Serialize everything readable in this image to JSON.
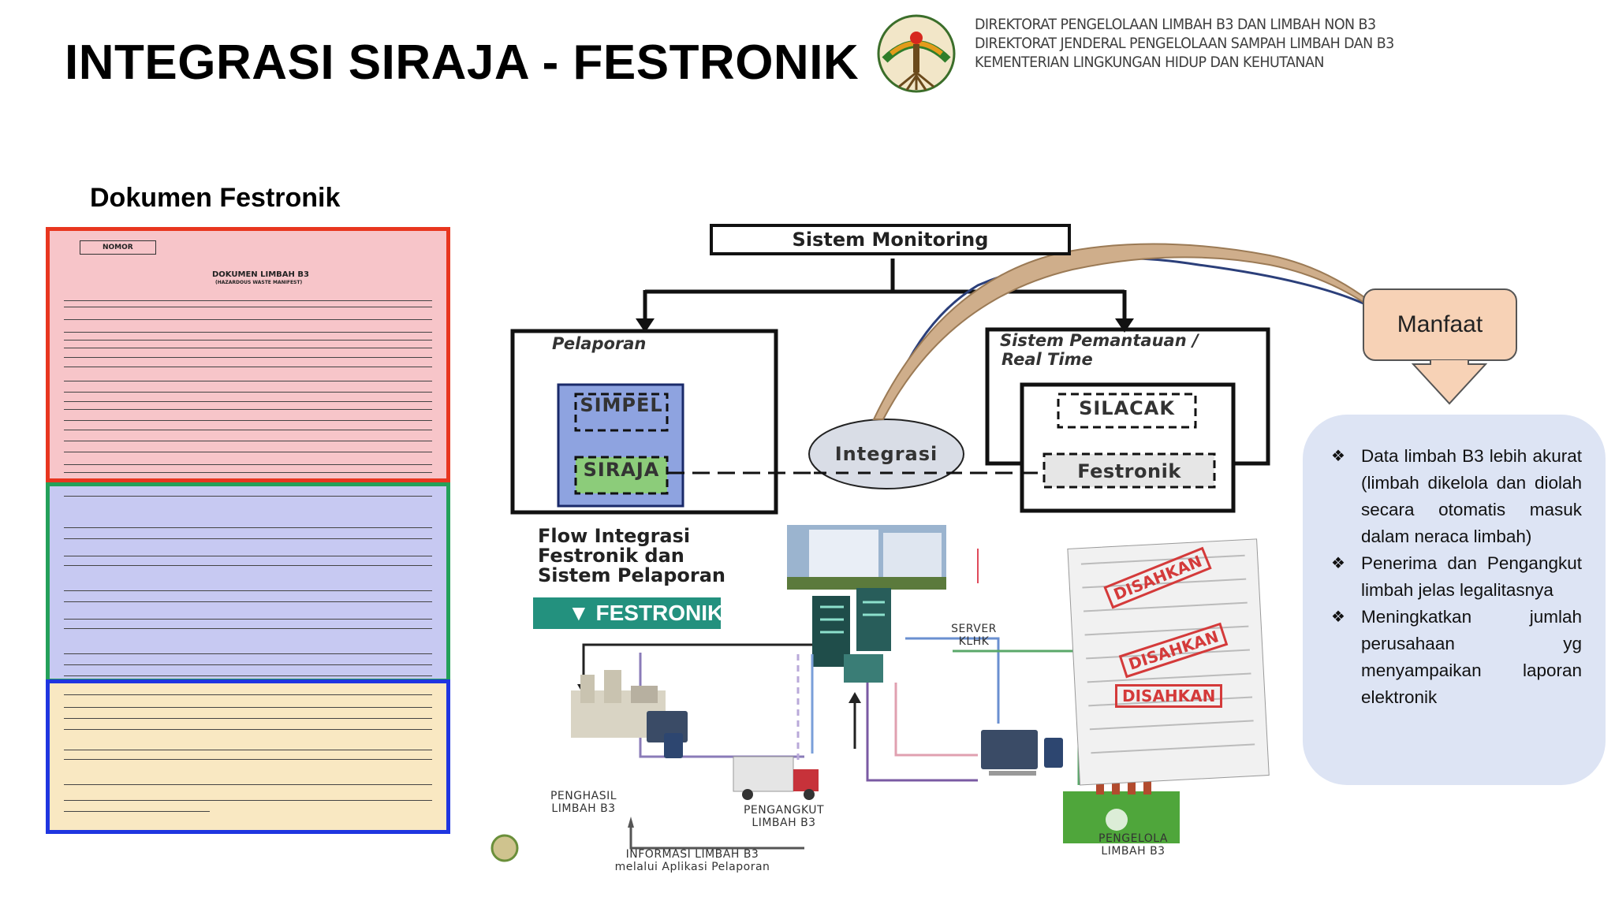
{
  "header": {
    "title": "INTEGRASI SIRAJA - FESTRONIK",
    "org_lines": [
      "DIREKTORAT PENGELOLAAN LIMBAH B3 DAN LIMBAH NON B3",
      "DIREKTORAT JENDERAL PENGELOLAAN SAMPAH LIMBAH DAN B3",
      "KEMENTERIAN LINGKUNGAN HIDUP DAN KEHUTANAN"
    ]
  },
  "documents": {
    "title": "Dokumen  Festronik",
    "nomor": "NOMOR",
    "doc_title": "DOKUMEN LIMBAH B3",
    "doc_subtitle": "(HAZARDOUS WASTE MANIFEST)",
    "colors": {
      "generator": "#f7c5c9",
      "transporter": "#c7c9f2",
      "processor": "#f9e8c2",
      "border_red": "#e8361f",
      "border_green": "#24a05a",
      "border_blue": "#1f35e0"
    }
  },
  "diagram": {
    "monitoring": "Sistem Monitoring",
    "pelaporan": "Pelaporan",
    "simpel": "SIMPEL",
    "siraja": "SIRAJA",
    "pemantauan_line1": "Sistem  Pemantauan /",
    "pemantauan_line2": "Real Time",
    "silacak": "SILACAK",
    "festronik": "Festronik",
    "integrasi": "Integrasi",
    "flow_title": [
      "Flow Integrasi",
      "Festronik dan",
      "Sistem Pelaporan"
    ],
    "festronik_logo": "FESTRONIK",
    "server": [
      "SERVER",
      "KLHK"
    ],
    "penghasil": [
      "PENGHASIL",
      "LIMBAH B3"
    ],
    "pengangkut": [
      "PENGANGKUT",
      "LIMBAH B3"
    ],
    "pengelola": [
      "PENGELOLA",
      "LIMBAH B3"
    ],
    "informasi": [
      "INFORMASI LIMBAH B3",
      "melalui Aplikasi Pelaporan"
    ],
    "stamp": "DISAHKAN"
  },
  "manfaat": {
    "label": "Manfaat",
    "items": [
      "Data limbah B3 lebih akurat (limbah dikelola dan diolah secara otomatis masuk dalam neraca limbah)",
      "Penerima dan Pengangkut limbah  jelas legalitasnya",
      "Meningkatkan jumlah perusahaan yg menyampaikan laporan elektronik"
    ]
  }
}
